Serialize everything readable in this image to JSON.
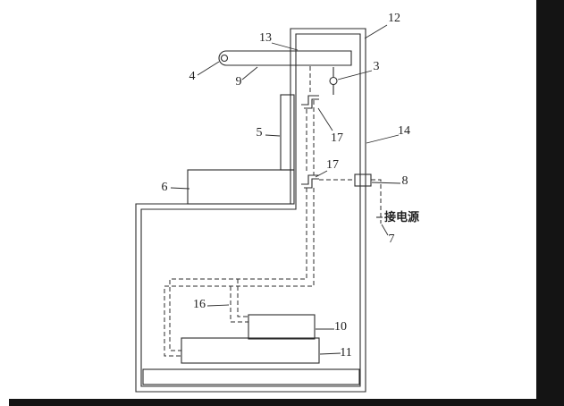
{
  "colors": {
    "ink": "#2b2b2b",
    "paper": "#ffffff",
    "scan_shadow": "#141414"
  },
  "annotations": {
    "power_note": "接电源",
    "labels": {
      "n3": "3",
      "n4": "4",
      "n5": "5",
      "n6": "6",
      "n7": "7",
      "n8": "8",
      "n9": "9",
      "n10": "10",
      "n11": "11",
      "n12": "12",
      "n13": "13",
      "n14": "14",
      "n16": "16",
      "n17a": "17",
      "n17b": "17"
    }
  }
}
